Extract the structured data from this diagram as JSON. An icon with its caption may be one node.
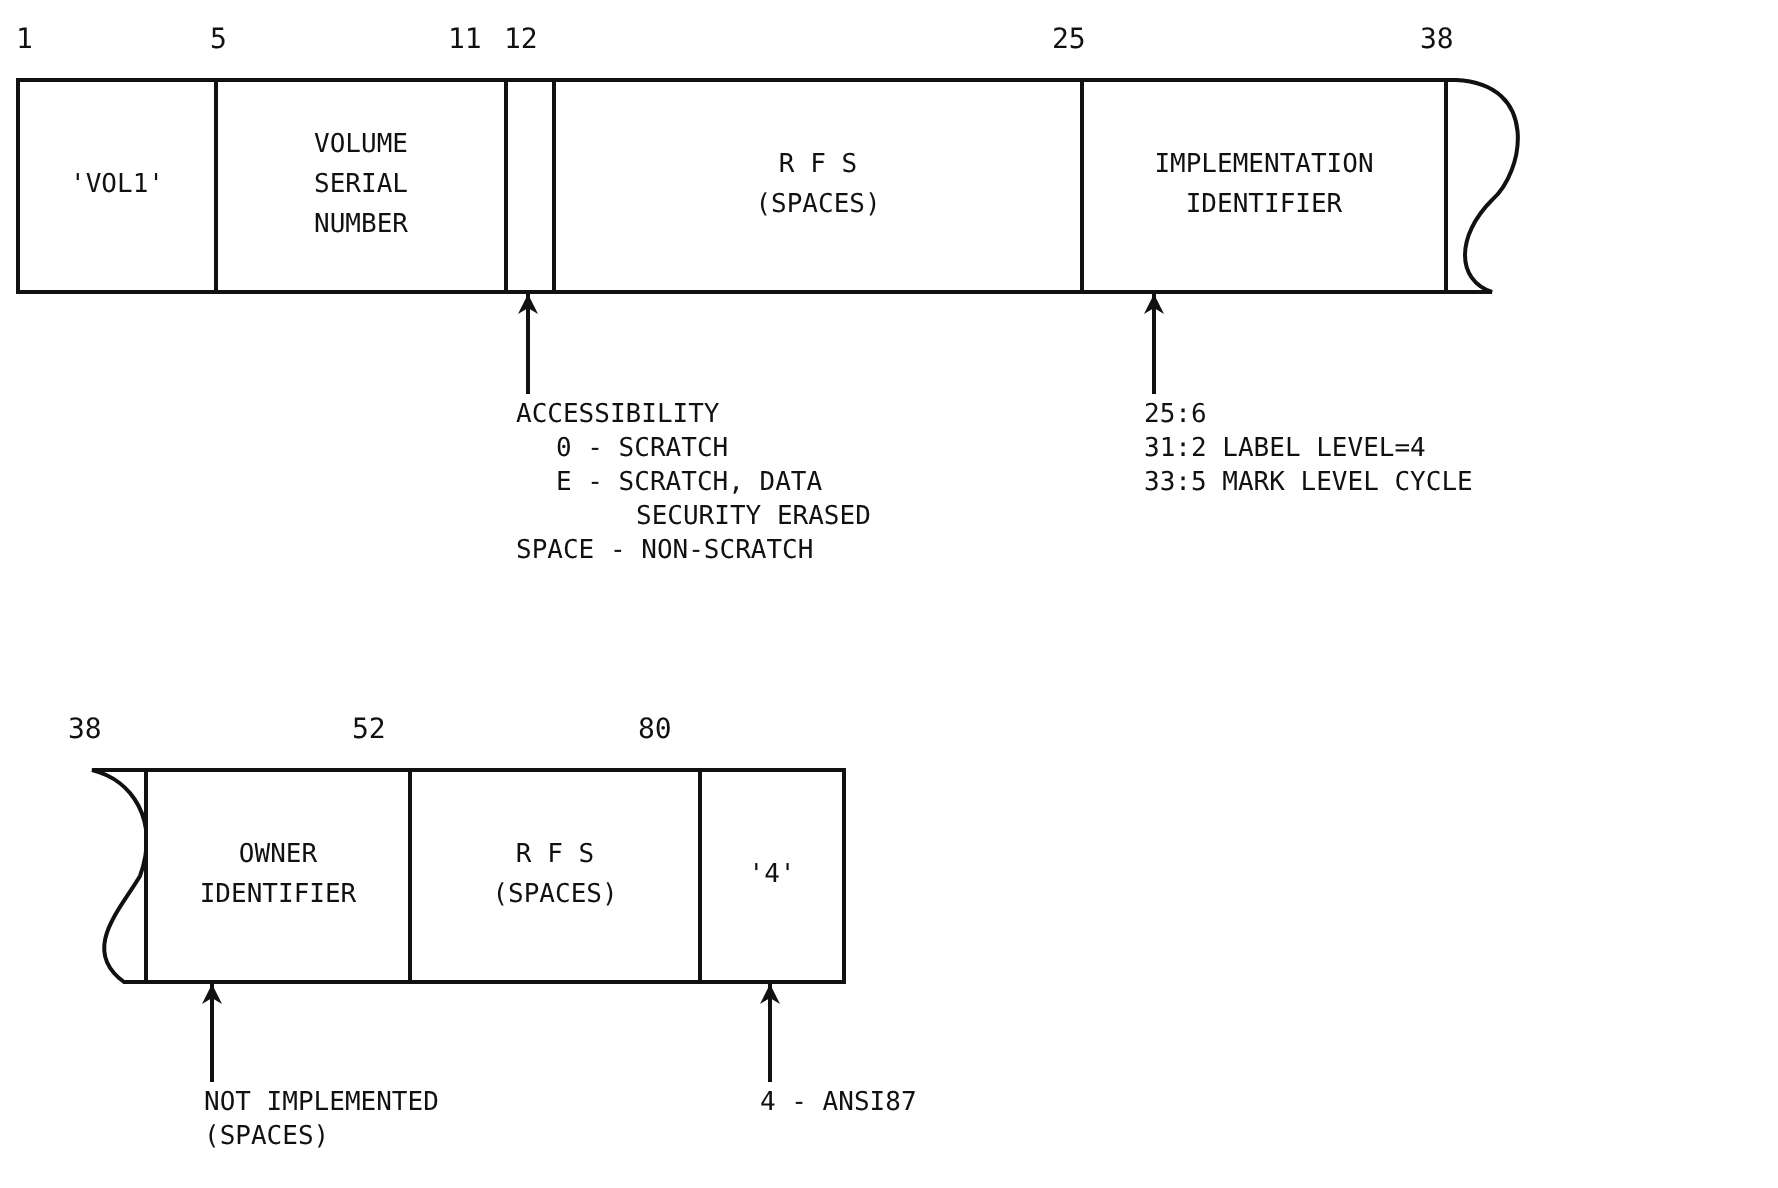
{
  "diagram": {
    "nodes": [
      {
        "text": [
          "'VOL1'"
        ]
      },
      {
        "text": [
          "VOLUME SERIAL NUMBER"
        ]
      },
      {
        "text": [],
        "shape": "box"
      },
      {
        "text": [
          "R F S",
          "(SPACES)"
        ]
      },
      {
        "text": [
          "IMPLEMENTATION IDENTIFIER"
        ]
      },
      {
        "text": [
          "OWNER IDENTIFIER"
        ]
      },
      {
        "text": [
          "R F S",
          "(SPACES)"
        ]
      },
      {
        "text": [
          "'4'"
        ]
      },
      {
        "text": [
          "ACCESSIBILITY",
          "0 - SCRATCH",
          "E - SCRATCH, DATA SECURITY ERASED",
          "SPACE - NON-SCRATCH"
        ]
      },
      {
        "text": [
          "25:6",
          "31:2 LABEL LEVEL=4",
          "33:5 MARK LEVEL CYCLE"
        ]
      },
      {
        "text": [
          "NOT IMPLEMENTED (SPACES)"
        ]
      },
      {
        "text": [
          "4 - ANSI87"
        ]
      }
    ],
    "edges": [
      {
        "from": 8,
        "to": 2,
        "arrow": "to"
      },
      {
        "from": 9,
        "to": 4,
        "arrow": "to"
      },
      {
        "from": 10,
        "to": 5,
        "arrow": "to"
      },
      {
        "from": 11,
        "to": 7,
        "arrow": "to"
      }
    ],
    "labels": [
      "1",
      "5",
      "11",
      "12",
      "25",
      "38",
      "38",
      "52",
      "80"
    ]
  }
}
